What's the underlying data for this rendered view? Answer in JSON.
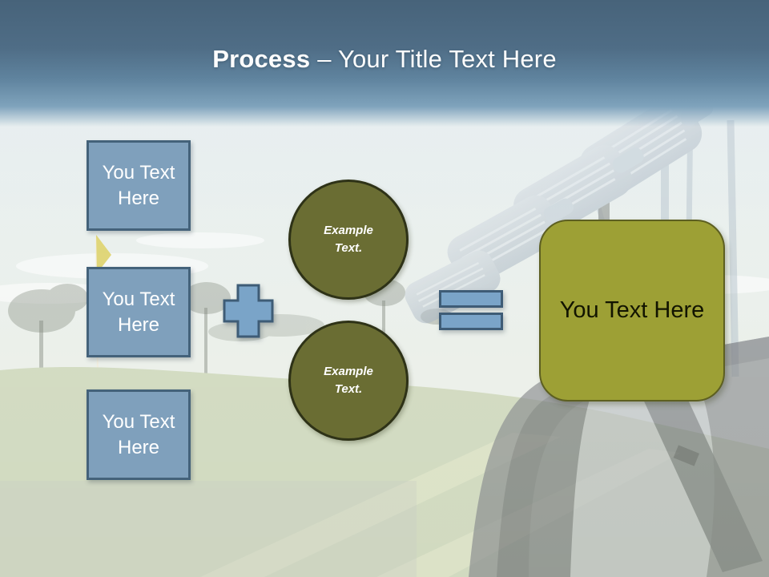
{
  "title": {
    "keyword": "Process",
    "subtitle": "– Your Title Text Here"
  },
  "diagram": {
    "inputs": [
      {
        "label": "You Text Here"
      },
      {
        "label": "You Text Here"
      },
      {
        "label": "You Text Here"
      }
    ],
    "operators": [
      {
        "name": "plus-icon",
        "symbol": "+"
      },
      {
        "name": "equals-icon",
        "symbol": "="
      }
    ],
    "middle_circles": [
      {
        "label": "Example Text."
      },
      {
        "label": "Example Text."
      }
    ],
    "result": {
      "label": "You Text Here"
    }
  },
  "background": {
    "scene": "golf-course-photo"
  },
  "colors": {
    "header_top": "#47637a",
    "header_mid": "#6e95b1",
    "input_fill": "#7fa0bc",
    "input_border": "#44627a",
    "operator_fill": "#7aa4c8",
    "operator_border": "#3e5c76",
    "circle_fill": "#6a6d33",
    "circle_border": "#2e3217",
    "result_fill": "#9da035",
    "result_border": "#5d5f21",
    "title_text": "#fdfdfd"
  }
}
